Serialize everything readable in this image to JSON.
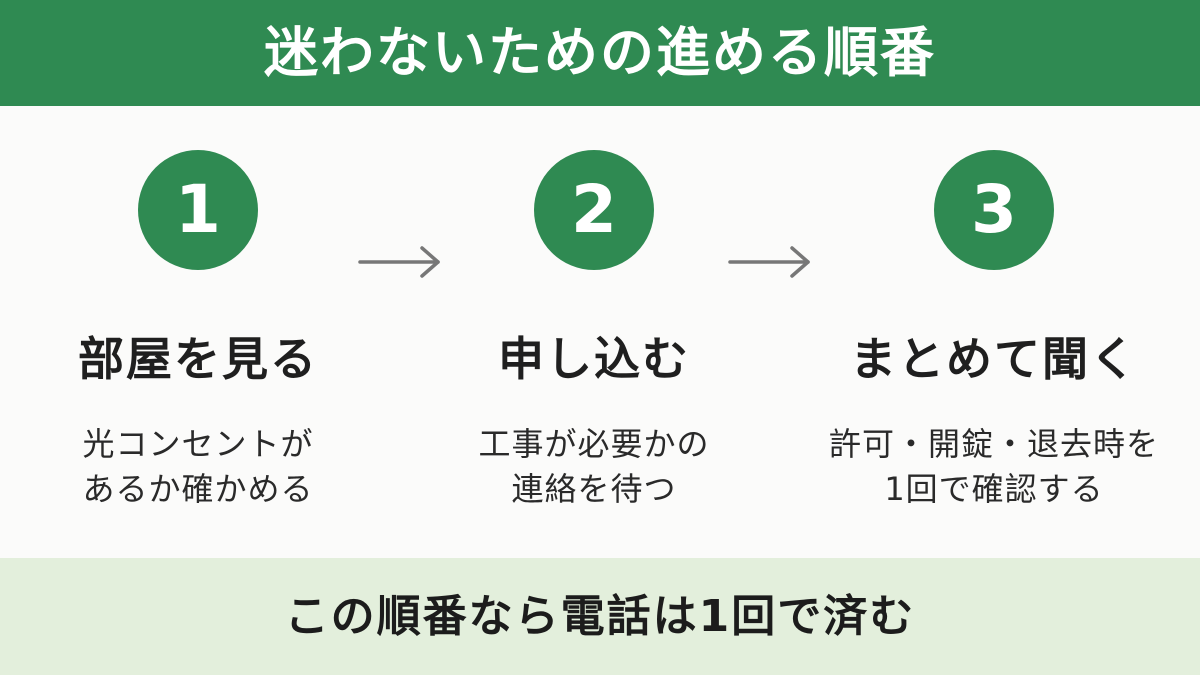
{
  "header": {
    "title": "迷わないための進める順番"
  },
  "steps": [
    {
      "number": "1",
      "title": "部屋を見る",
      "description_lines": [
        "光コンセントが",
        "あるか確かめる"
      ]
    },
    {
      "number": "2",
      "title": "申し込む",
      "description_lines": [
        "工事が必要かの",
        "連絡を待つ"
      ]
    },
    {
      "number": "3",
      "title": "まとめて聞く",
      "description_lines": [
        "許可・開錠・退去時を",
        "1回で確認する"
      ]
    }
  ],
  "connectors": [
    {
      "icon": "arrow-right-icon"
    },
    {
      "icon": "arrow-right-icon"
    }
  ],
  "footer": {
    "text": "この順番なら電話は1回で済む"
  },
  "colors": {
    "accent_green": "#2f8a52",
    "footer_bg": "#e3efdc",
    "text_dark": "#1f1f1f",
    "arrow_gray": "#777777"
  }
}
